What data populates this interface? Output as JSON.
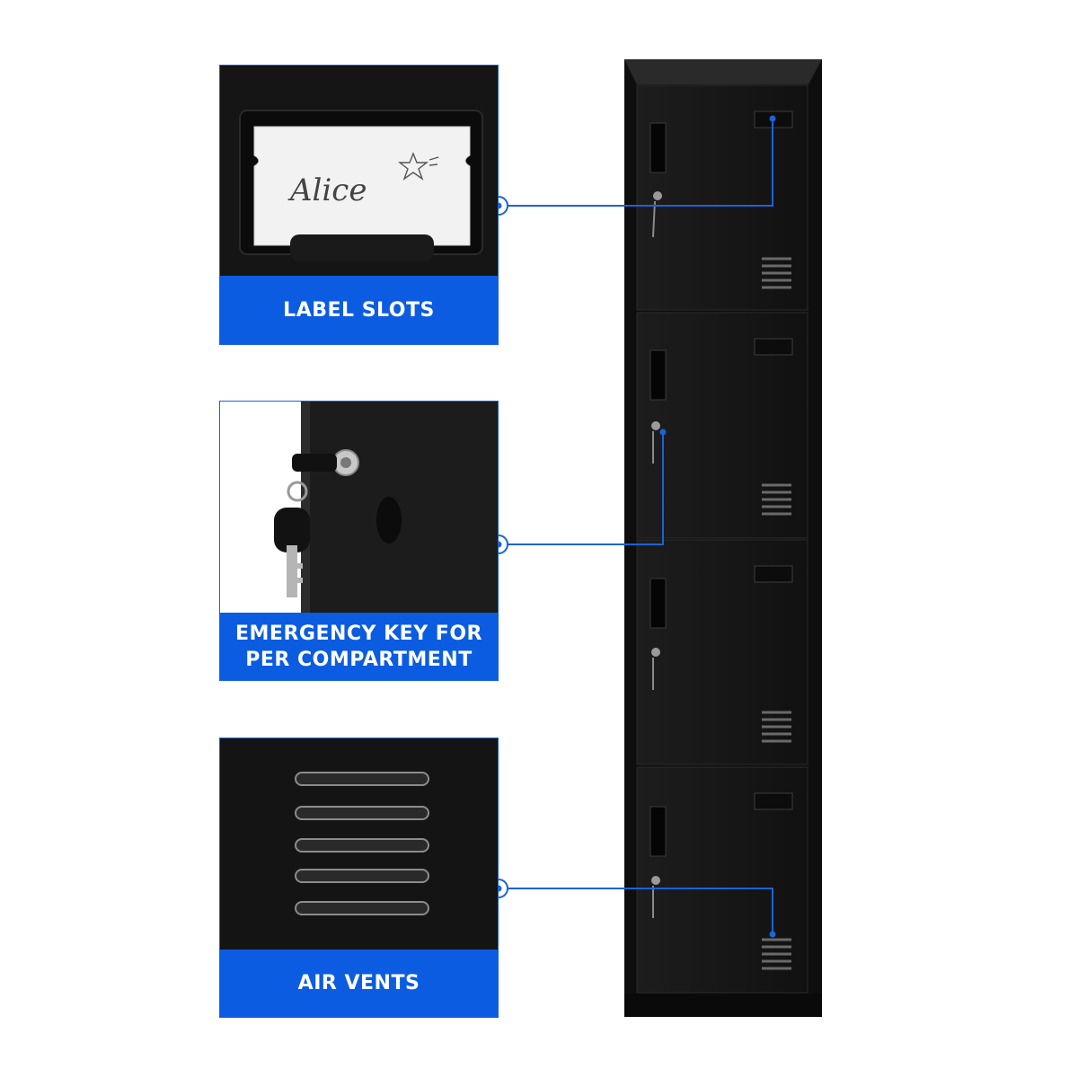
{
  "features": {
    "label_slots": {
      "caption": "LABEL SLOTS",
      "handwriting": "Alice"
    },
    "emergency_key": {
      "caption_line1": "EMERGENCY KEY FOR",
      "caption_line2": "PER COMPARTMENT"
    },
    "air_vents": {
      "caption": "AIR VENTS"
    }
  },
  "locker": {
    "compartment_count": 4,
    "body_color": "#141414"
  },
  "colors": {
    "accent": "#0b5ce0",
    "line": "#1a63d8"
  }
}
